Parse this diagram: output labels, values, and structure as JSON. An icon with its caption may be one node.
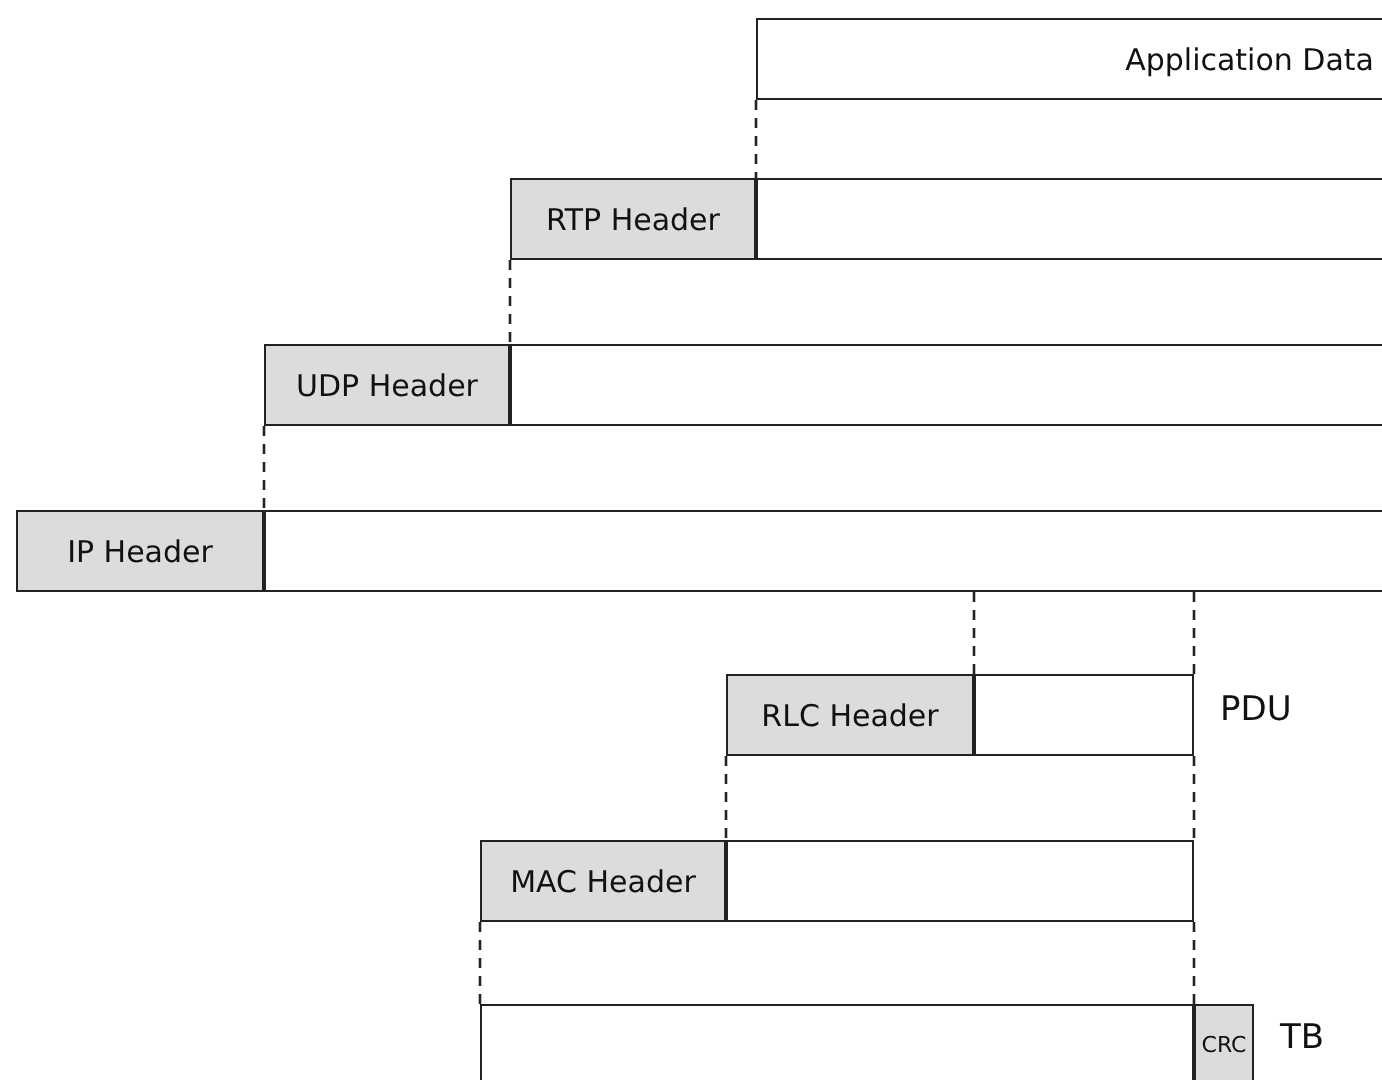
{
  "diagram": {
    "nodes": [
      {
        "text": [
          "Application Data"
        ]
      },
      {
        "text": [
          "RTP Header"
        ]
      },
      {
        "text": [],
        "shape": "box"
      },
      {
        "text": [
          "UDP Header"
        ]
      },
      {
        "text": [],
        "shape": "box"
      },
      {
        "text": [
          "IP Header"
        ]
      },
      {
        "text": [],
        "shape": "box"
      },
      {
        "text": [
          "RLC Header"
        ]
      },
      {
        "text": [],
        "shape": "box",
        "beside": [
          "PDU"
        ]
      },
      {
        "text": [
          "MAC Header"
        ]
      },
      {
        "text": [],
        "shape": "box"
      },
      {
        "text": [],
        "shape": "box"
      },
      {
        "text": [
          "CRC"
        ],
        "beside": [
          "TB"
        ]
      }
    ],
    "edges": [
      {
        "from": 0,
        "to": 2,
        "arrow": "none",
        "style": "dashed"
      },
      {
        "from": 1,
        "to": 4,
        "arrow": "none",
        "style": "dashed"
      },
      {
        "from": 3,
        "to": 6,
        "arrow": "none",
        "style": "dashed"
      },
      {
        "from": 6,
        "to": 8,
        "arrow": "none",
        "style": "dashed"
      },
      {
        "from": 6,
        "to": 8,
        "arrow": "none",
        "style": "dashed"
      },
      {
        "from": 7,
        "to": 10,
        "arrow": "none",
        "style": "dashed"
      },
      {
        "from": 8,
        "to": 10,
        "arrow": "none",
        "style": "dashed"
      },
      {
        "from": 9,
        "to": 11,
        "arrow": "none",
        "style": "dashed"
      },
      {
        "from": 10,
        "to": 11,
        "arrow": "none",
        "style": "dashed"
      }
    ]
  }
}
